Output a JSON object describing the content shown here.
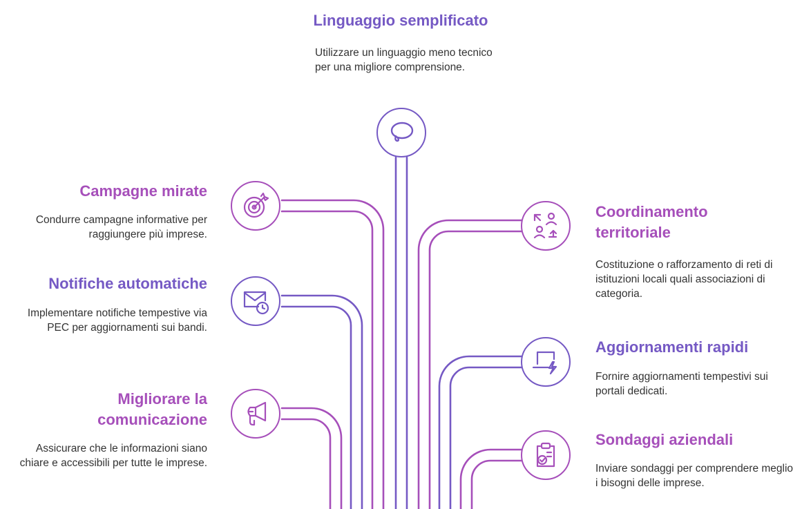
{
  "colors": {
    "violet": "#7559c4",
    "purple": "#a64fba"
  },
  "nodes": {
    "linguaggio": {
      "title": "Linguaggio semplificato",
      "desc": "Utilizzare un linguaggio meno tecnico per una migliore comprensione.",
      "color": "#7559c4",
      "icon": "speech-bubble-icon"
    },
    "campagne": {
      "title": "Campagne mirate",
      "desc": "Condurre campagne informative per raggiungere più imprese.",
      "color": "#a64fba",
      "icon": "target-icon"
    },
    "notifiche": {
      "title": "Notifiche automatiche",
      "desc": "Implementare notifiche tempestive via PEC per aggiornamenti sui bandi.",
      "color": "#7559c4",
      "icon": "mail-clock-icon"
    },
    "comunicazione": {
      "title": "Migliorare la comunicazione",
      "desc": "Assicurare che le informazioni siano chiare e accessibili per tutte le imprese.",
      "color": "#a64fba",
      "icon": "megaphone-icon"
    },
    "coordinamento": {
      "title": "Coordinamento territoriale",
      "desc": "Costituzione o rafforzamento di reti di istituzioni locali quali associazioni di categoria.",
      "color": "#a64fba",
      "icon": "people-exchange-icon"
    },
    "aggiornamenti": {
      "title": "Aggiornamenti rapidi",
      "desc": "Fornire aggiornamenti tempestivi sui portali dedicati.",
      "color": "#7559c4",
      "icon": "laptop-bolt-icon"
    },
    "sondaggi": {
      "title": "Sondaggi aziendali",
      "desc": "Inviare sondaggi per comprendere meglio i bisogni delle imprese.",
      "color": "#a64fba",
      "icon": "clipboard-check-icon"
    }
  }
}
